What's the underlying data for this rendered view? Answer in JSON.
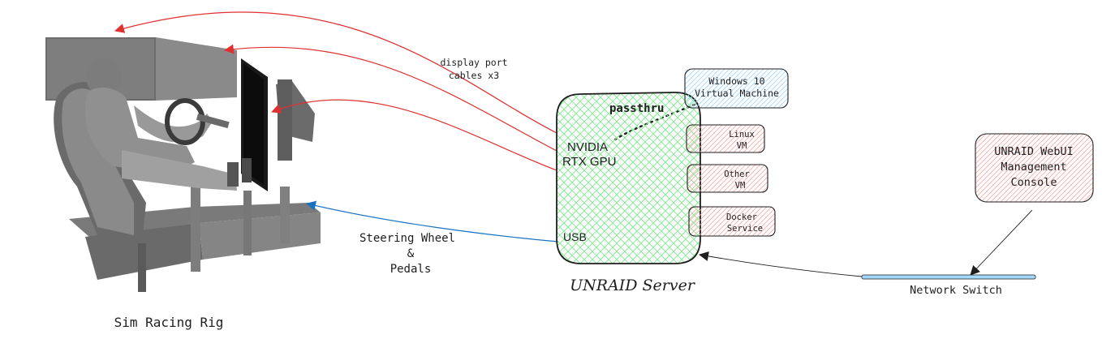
{
  "rig": {
    "label": "Sim Racing Rig"
  },
  "cables": {
    "line1": "display port",
    "line2": "cables x3"
  },
  "usb_link": {
    "line1": "Steering Wheel",
    "line2": "&",
    "line3": "Pedals"
  },
  "server": {
    "label": "UNRAID Server",
    "gpu_line1": "NVIDIA",
    "gpu_line2": "RTX GPU",
    "usb": "USB",
    "passthru": "passthru"
  },
  "vms": {
    "windows": {
      "line1": "Windows 10",
      "line2": "Virtual Machine"
    },
    "linux": {
      "line1": "Linux",
      "line2": "VM"
    },
    "other": {
      "line1": "Other",
      "line2": "VM"
    },
    "docker": {
      "line1": "Docker",
      "line2": "Service"
    }
  },
  "console": {
    "line1": "UNRAID WebUI",
    "line2": "Management",
    "line3": "Console"
  },
  "switch": {
    "label": "Network Switch"
  },
  "colors": {
    "cable_red": "#e03131",
    "usb_blue": "#1971c2",
    "server_hatch": "#b2f2bb",
    "vm_hatch_red": "#ffc9c9",
    "win_hatch_blue": "#a5d8ff",
    "switch_fill": "#a5d8ff"
  }
}
